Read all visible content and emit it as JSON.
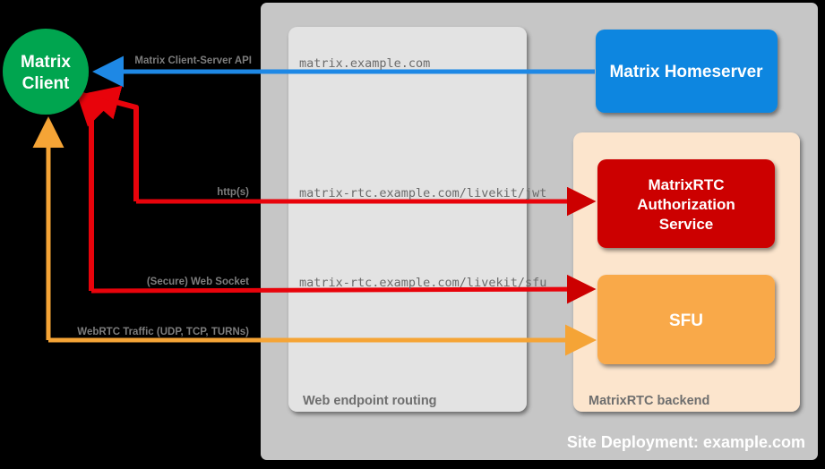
{
  "diagram": {
    "title_caption": "Site Deployment: example.com",
    "colors": {
      "background": "#000000",
      "deployment_container": "#c6c6c6",
      "web_routing_container": "#e3e3e3",
      "rtc_backend_container": "#fce5cd",
      "client_green": "#00a550",
      "homeserver_blue": "#0b86e0",
      "auth_service_red": "#cc0000",
      "sfu_orange": "#f9a94a",
      "arrow_blue": "#1e88e5",
      "arrow_red": "#e8030b",
      "arrow_orange": "#f5a436",
      "caption_gray": "#6e6e6e",
      "url_gray": "#6b6b6b"
    },
    "containers": [
      {
        "id": "deployment",
        "caption": "Site Deployment: example.com"
      },
      {
        "id": "web-endpoint-routing",
        "caption": "Web endpoint routing"
      },
      {
        "id": "matrixrtc-backend",
        "caption": "MatrixRTC backend"
      }
    ],
    "nodes": [
      {
        "id": "matrix-client",
        "label_line1": "Matrix",
        "label_line2": "Client",
        "shape": "circle"
      },
      {
        "id": "matrix-homeserver",
        "label": "Matrix Homeserver",
        "shape": "rounded-rect"
      },
      {
        "id": "matrixrtc-authorization-service",
        "label_line1": "MatrixRTC",
        "label_line2": "Authorization",
        "label_line3": "Service",
        "shape": "rounded-rect"
      },
      {
        "id": "sfu",
        "label": "SFU",
        "shape": "rounded-rect"
      }
    ],
    "edges": [
      {
        "id": "client-server-api",
        "protocol_label": "Matrix Client-Server API",
        "endpoint": "matrix.example.com",
        "color": "#1e88e5",
        "from": "matrix-homeserver",
        "to": "matrix-client"
      },
      {
        "id": "livekit-jwt",
        "protocol_label": "http(s)",
        "endpoint": "matrix-rtc.example.com/livekit/jwt",
        "color": "#e8030b",
        "from": "matrix-client",
        "to": "matrixrtc-authorization-service"
      },
      {
        "id": "livekit-sfu",
        "protocol_label": "(Secure) Web Socket",
        "endpoint": "matrix-rtc.example.com/livekit/sfu",
        "color": "#e8030b",
        "from": "matrix-client",
        "to": "sfu"
      },
      {
        "id": "webrtc-traffic",
        "protocol_label": "WebRTC Traffic (UDP, TCP, TURNs)",
        "endpoint": "",
        "color": "#f5a436",
        "from": "matrix-client",
        "to": "sfu"
      }
    ]
  }
}
